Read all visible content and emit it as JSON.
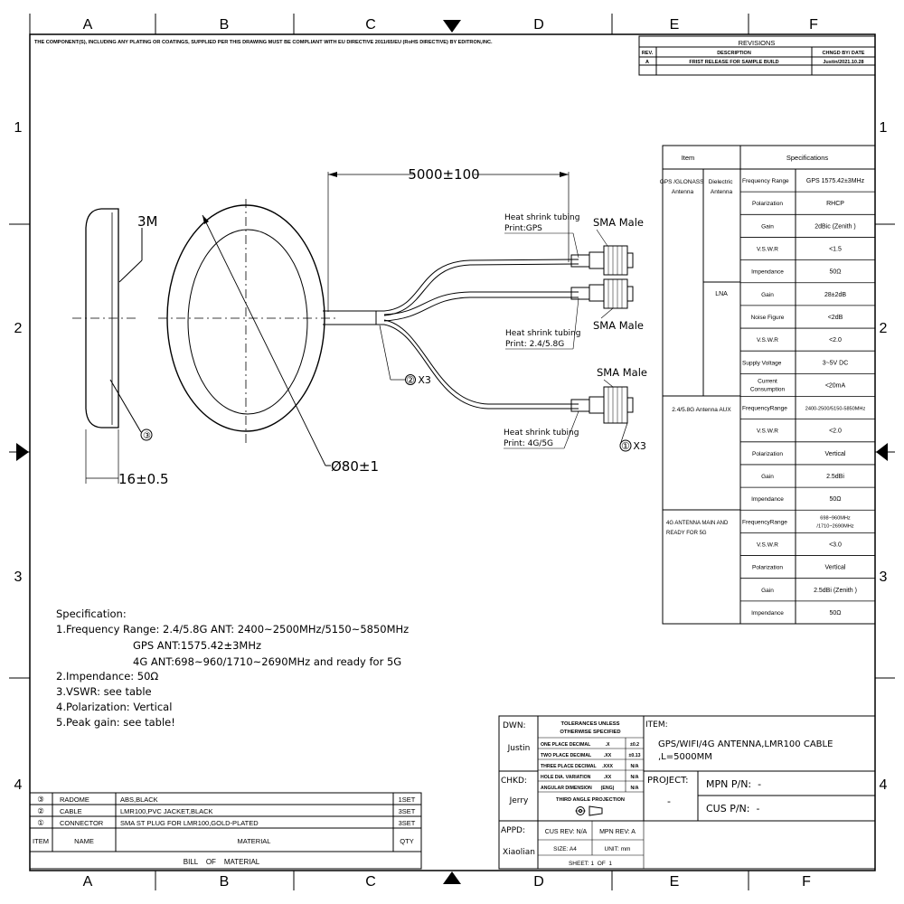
{
  "frame": {
    "cols": [
      "A",
      "B",
      "C",
      "D",
      "E",
      "F"
    ],
    "rows": [
      "1",
      "2",
      "3",
      "4"
    ],
    "compliance_note": "THE COMPONENT(S), INCLUDING ANY PLATING OR COATINGS, SUPPLIED PER THIS DRAWING MUST BE COMPLIANT WITH EU DIRECTIVE 2011/65/EU (RoHS DIRECTIVE) BY EDITRON,INC."
  },
  "revisions": {
    "title": "REVISIONS",
    "headers": [
      "REV.",
      "DESCRIPTION",
      "CHNGD BY/ DATE"
    ],
    "rows": [
      [
        "A",
        "FRIST RELEASE FOR SAMPLE BUILD",
        "Justin/2021.10.28"
      ]
    ]
  },
  "drawing": {
    "cable_length": "5000±100",
    "adhesive": "3M",
    "thickness": "16±0.5",
    "diameter": "Ø80±1",
    "callout_cable": "② X3",
    "callout_connector": "① X3",
    "callout_radome": "③",
    "labels": [
      {
        "id": "gps",
        "sma": "SMA Male",
        "tube1": "Heat shrink tubing",
        "tube2": "Print:GPS"
      },
      {
        "id": "wifi",
        "sma": "SMA Male",
        "tube1": "Heat shrink tubing",
        "tube2": "Print: 2.4/5.8G"
      },
      {
        "id": "cell",
        "sma": "SMA Male",
        "tube1": "Heat shrink tubing",
        "tube2": "Print: 4G/5G"
      }
    ]
  },
  "spec_table": {
    "header_item": "Item",
    "header_spec": "Specifications",
    "groups": [
      {
        "name": "GPS /GLONASS Antenna",
        "sub": "Dielectric Antenna"
      },
      {
        "sub": "LNA"
      },
      {
        "name": "2.4/5.8G Antenna AUX"
      },
      {
        "name": "4G ANTENNA MAIN AND READY FOR 5G"
      }
    ],
    "rows": [
      [
        "Frequency Range",
        "GPS 1575.42±3MHz"
      ],
      [
        "Polarization",
        "RHCP"
      ],
      [
        "Gain",
        "2dBic  (Zenith )"
      ],
      [
        "V.S.W.R",
        "<1.5"
      ],
      [
        "Impendance",
        "50Ω"
      ],
      [
        "Gain",
        "28±2dB"
      ],
      [
        "Noise Figure",
        "<2dB"
      ],
      [
        "V.S.W.R",
        "<2.0"
      ],
      [
        "Supply Voltage",
        "3~5V DC"
      ],
      [
        "Current Consumption",
        "<20mA"
      ],
      [
        "FrequencyRange",
        "2400-2500/5150-5850MHz"
      ],
      [
        "V.S.W.R",
        "<2.0"
      ],
      [
        "Polarization",
        "Vertical"
      ],
      [
        "Gain",
        "2.5dBi"
      ],
      [
        "Impendance",
        "50Ω"
      ],
      [
        "FrequencyRange",
        "698~960MHz /1710~2690MHz"
      ],
      [
        "V.S.W.R",
        "<3.0"
      ],
      [
        "Polarization",
        "Vertical"
      ],
      [
        "Gain",
        "2.5dBi  (Zenith )"
      ],
      [
        "Impendance",
        "50Ω"
      ]
    ]
  },
  "spec_notes": [
    "Specification:",
    "1.Frequency Range: 2.4/5.8G ANT: 2400~2500MHz/5150~5850MHz",
    "GPS ANT:1575.42±3MHz",
    "4G ANT:698~960/1710~2690MHz and ready for 5G",
    "2.Impendance: 50Ω",
    "3.VSWR: see table",
    "4.Polarization: Vertical",
    "5.Peak gain: see table!"
  ],
  "bom": {
    "rows": [
      [
        "③",
        "RADOME",
        "ABS,BLACK",
        "1SET"
      ],
      [
        "②",
        "CABLE",
        "LMR100,PVC JACKET,BLACK",
        "3SET"
      ],
      [
        "①",
        "CONNECTOR",
        "SMA ST PLUG FOR LMR100,GOLD-PLATED",
        "3SET"
      ]
    ],
    "headers": [
      "ITEM",
      "NAME",
      "MATERIAL",
      "QTY"
    ],
    "title": "BILL    OF    MATERIAL"
  },
  "title_block": {
    "dwn_label": "DWN:",
    "dwn": "Justin",
    "chkd_label": "CHKD:",
    "chkd": "Jerry",
    "appd_label": "APPD:",
    "appd": "Xiaolian",
    "tol_title1": "TOLERANCES UNLESS",
    "tol_title2": "OTHERWISE SPECIFIED",
    "tol_rows": [
      [
        "ONE PLACE DECIMAL",
        ".X",
        "±0.2"
      ],
      [
        "TWO PLACE DECIMAL",
        ".XX",
        "±0.13"
      ],
      [
        "THREE PLACE DECIMAL",
        ".XXX",
        "N/A"
      ],
      [
        "HOLE DIA. VARIATION",
        ".XX",
        "N/A"
      ],
      [
        "ANGULAR DIMENSION",
        "(ENG)",
        "N/A"
      ]
    ],
    "projection": "THIRD ANGLE PROJECTION",
    "cus_rev": "CUS REV: N/A",
    "mpn_rev": "MPN REV: A",
    "size": "SIZE: A4",
    "unit": "UNIT: mm",
    "sheet": "SHEET: 1  OF  1",
    "item_label": "ITEM:",
    "item_line1": "GPS/WIFI/4G ANTENNA,LMR100 CABLE",
    "item_line2": ",L=5000MM",
    "project_label": "PROJECT:",
    "project": "-",
    "mpn": "MPN P/N:  -",
    "cus": "CUS P/N:  -"
  }
}
